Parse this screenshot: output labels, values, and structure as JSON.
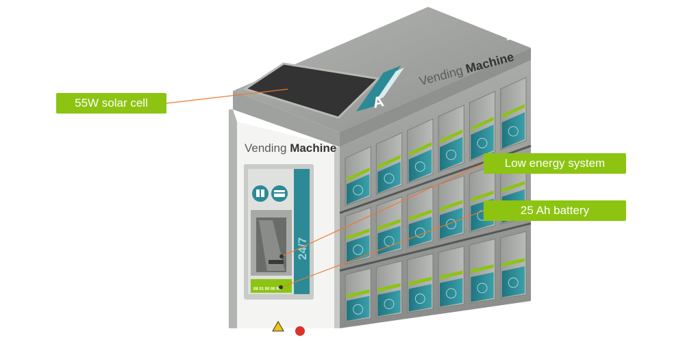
{
  "callouts": {
    "solar": "55W solar cell",
    "energy": "Low energy system",
    "battery": "25 Ah battery"
  },
  "machine": {
    "brand_light": "Vending ",
    "brand_bold": "Machine",
    "badge_top": "24/7",
    "badge_kiosk": "24/7",
    "roof_letter": "A",
    "kiosk_phone": "08 01 00 00 94"
  },
  "colors": {
    "accent_green": "#8cc411",
    "teal": "#2b8a95",
    "steel": "#9c9e9c",
    "solar_panel": "#333333",
    "leader_line": "#f0782d"
  }
}
